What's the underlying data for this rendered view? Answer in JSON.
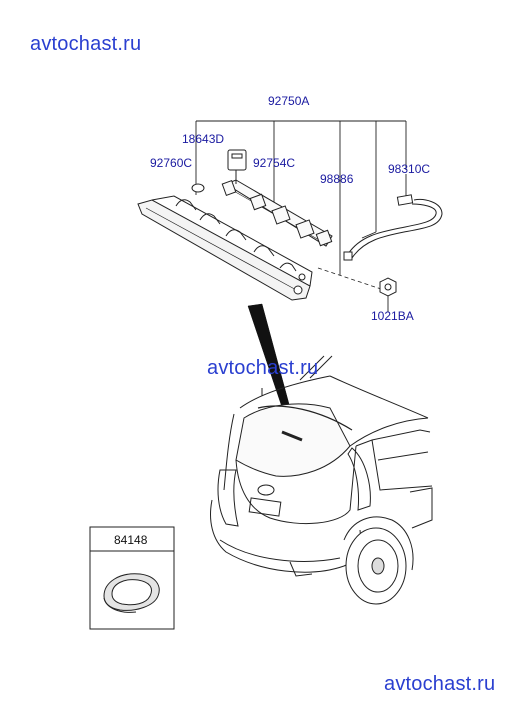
{
  "watermarks": {
    "top": "avtochast.ru",
    "middle": "avtochast.ru",
    "bottom": "avtochast.ru"
  },
  "parts": {
    "p92750A": "92750A",
    "p18643D": "18643D",
    "p92760C": "92760C",
    "p92754C": "92754C",
    "p98886": "98886",
    "p98310C": "98310C",
    "p1021BA": "1021BA"
  },
  "inset": {
    "part_number": "84148"
  },
  "colors": {
    "watermark": "#2a3fd0",
    "part_label": "#1a1aa0",
    "line_art": "#222222"
  }
}
